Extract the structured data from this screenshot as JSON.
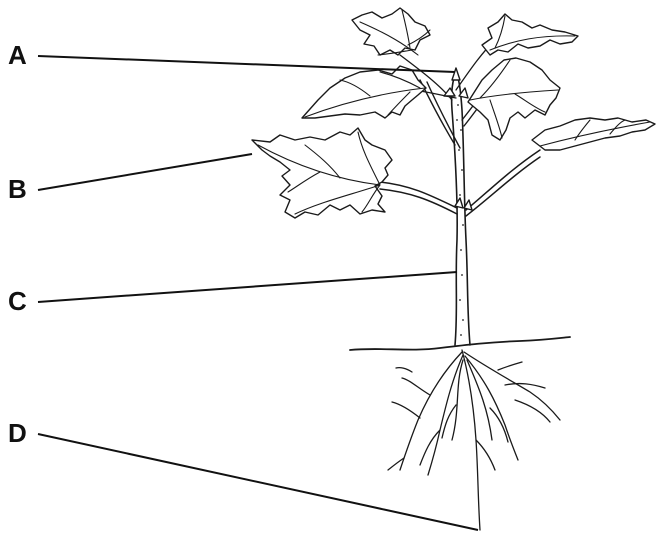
{
  "diagram": {
    "labels": [
      {
        "id": "A",
        "text": "A",
        "target": "shoot-tip"
      },
      {
        "id": "B",
        "text": "B",
        "target": "leaf"
      },
      {
        "id": "C",
        "text": "C",
        "target": "stem"
      },
      {
        "id": "D",
        "text": "D",
        "target": "root"
      }
    ],
    "colors": {
      "ink": "#1a1a1a",
      "background": "#ffffff"
    }
  }
}
